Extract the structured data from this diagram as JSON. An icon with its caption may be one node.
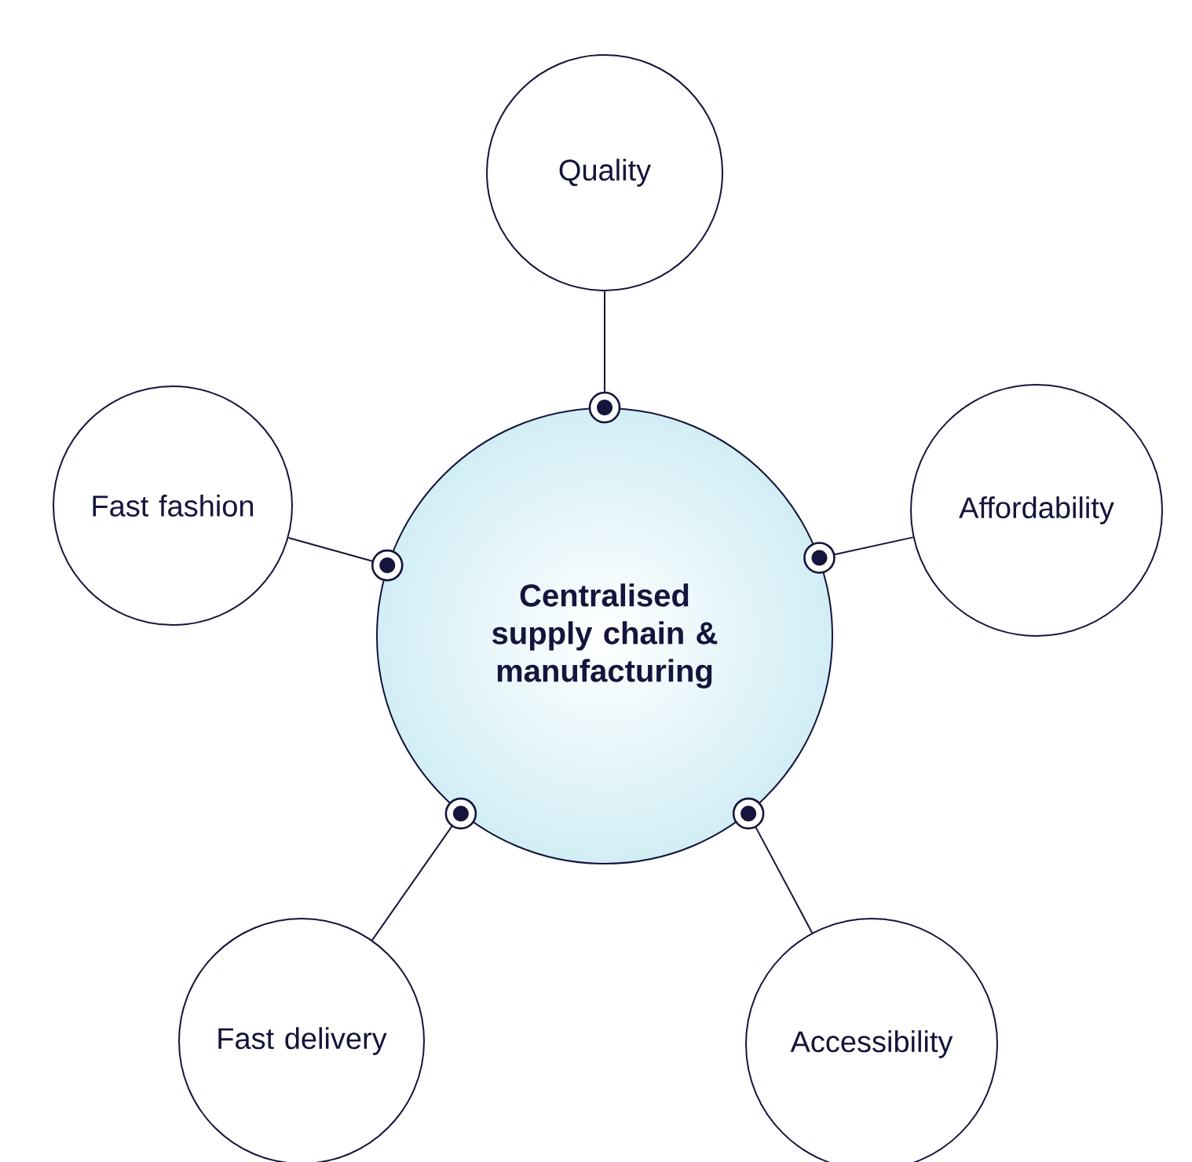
{
  "diagram": {
    "nodes": [
      {
        "text": [
          "Centralised supply chain & manufacturing"
        ]
      },
      {
        "text": [
          "Quality"
        ]
      },
      {
        "text": [
          "Fast fashion"
        ]
      },
      {
        "text": [
          "Affordability"
        ]
      },
      {
        "text": [
          "Fast delivery"
        ]
      },
      {
        "text": [
          "Accessibility"
        ]
      }
    ],
    "edges": [
      {
        "from": 1,
        "to": 0,
        "arrow": "other"
      },
      {
        "from": 2,
        "to": 0,
        "arrow": "other"
      },
      {
        "from": 3,
        "to": 0,
        "arrow": "other"
      },
      {
        "from": 4,
        "to": 0,
        "arrow": "other"
      },
      {
        "from": 5,
        "to": 0,
        "arrow": "other"
      }
    ]
  }
}
